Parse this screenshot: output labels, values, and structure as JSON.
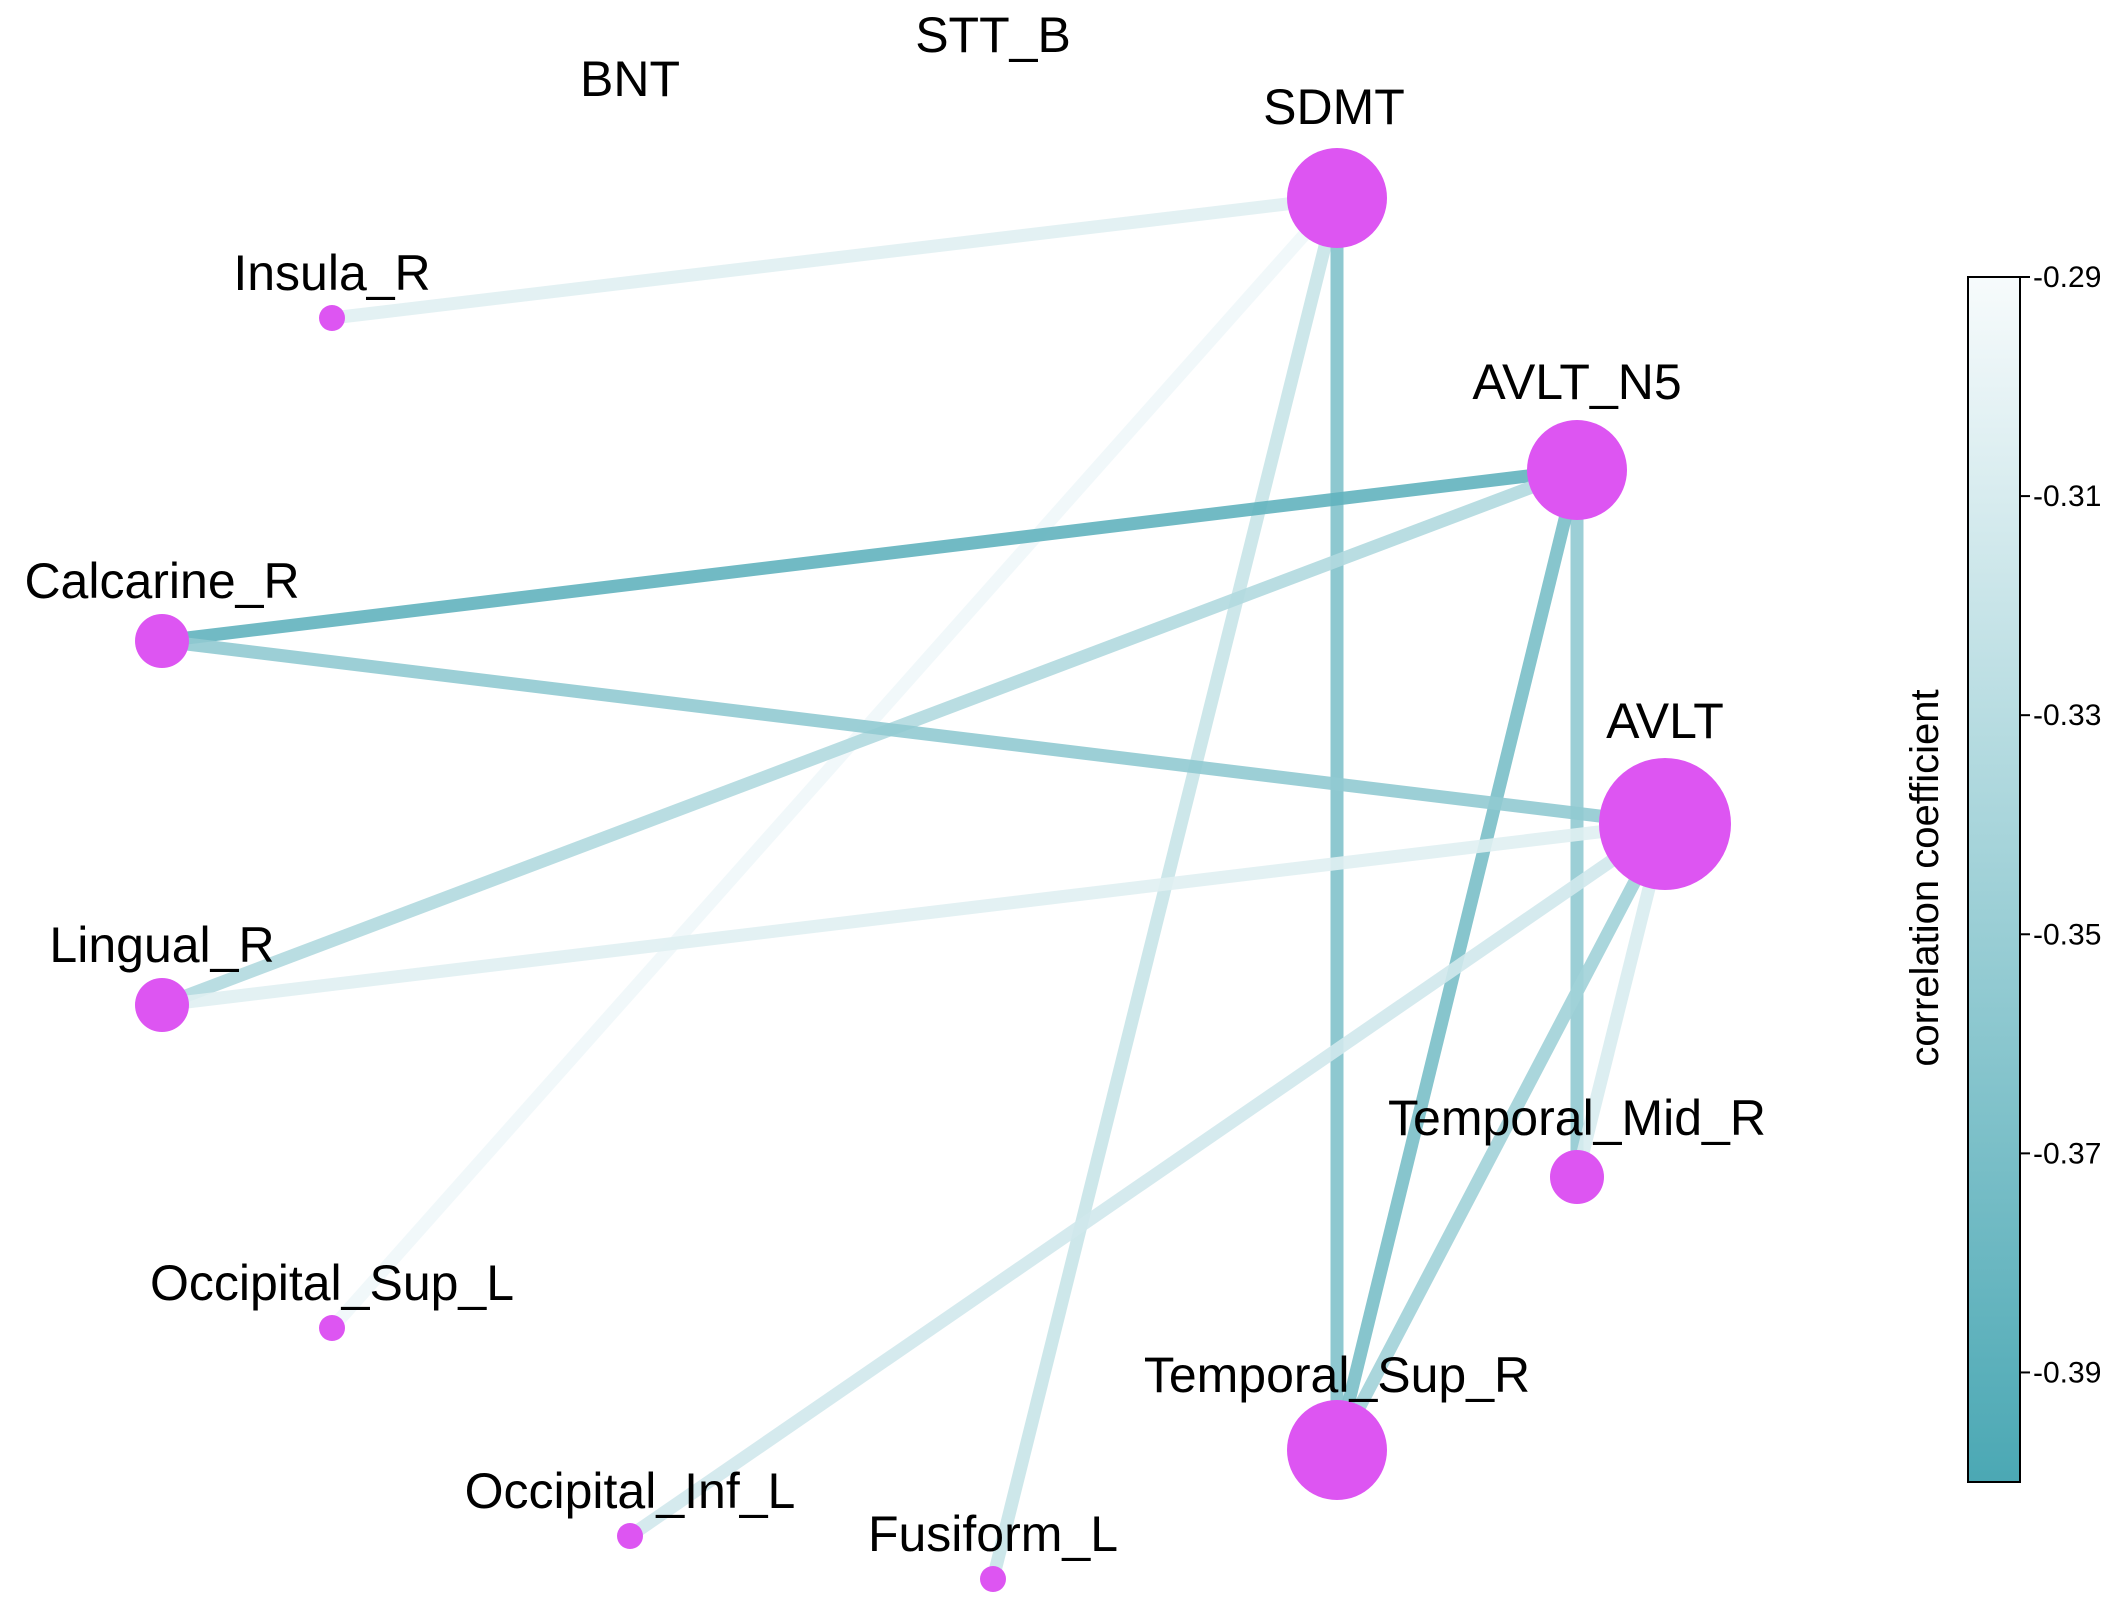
{
  "nodes": [
    {
      "id": "BNT",
      "label": "BNT",
      "size": 0
    },
    {
      "id": "STT_B",
      "label": "STT_B",
      "size": 0
    },
    {
      "id": "SDMT",
      "label": "SDMT",
      "size": 3
    },
    {
      "id": "Insula_R",
      "label": "Insula_R",
      "size": 1
    },
    {
      "id": "AVLT_N5",
      "label": "AVLT_N5",
      "size": 3
    },
    {
      "id": "Calcarine_R",
      "label": "Calcarine_R",
      "size": 2
    },
    {
      "id": "AVLT",
      "label": "AVLT",
      "size": 4
    },
    {
      "id": "Lingual_R",
      "label": "Lingual_R",
      "size": 2
    },
    {
      "id": "Temporal_Mid_R",
      "label": "Temporal_Mid_R",
      "size": 2
    },
    {
      "id": "Occipital_Sup_L",
      "label": "Occipital_Sup_L",
      "size": 1
    },
    {
      "id": "Temporal_Sup_R",
      "label": "Temporal_Sup_R",
      "size": 3
    },
    {
      "id": "Occipital_Inf_L",
      "label": "Occipital_Inf_L",
      "size": 1
    },
    {
      "id": "Fusiform_L",
      "label": "Fusiform_L",
      "size": 1
    }
  ],
  "edges": [
    {
      "source": "SDMT",
      "target": "Insula_R",
      "r": -0.305
    },
    {
      "source": "SDMT",
      "target": "Occipital_Sup_L",
      "r": -0.295
    },
    {
      "source": "SDMT",
      "target": "Fusiform_L",
      "r": -0.32
    },
    {
      "source": "SDMT",
      "target": "Temporal_Sup_R",
      "r": -0.365
    },
    {
      "source": "AVLT_N5",
      "target": "Calcarine_R",
      "r": -0.385
    },
    {
      "source": "AVLT_N5",
      "target": "Lingual_R",
      "r": -0.335
    },
    {
      "source": "AVLT_N5",
      "target": "Temporal_Mid_R",
      "r": -0.355
    },
    {
      "source": "AVLT_N5",
      "target": "Temporal_Sup_R",
      "r": -0.37
    },
    {
      "source": "AVLT",
      "target": "Calcarine_R",
      "r": -0.355
    },
    {
      "source": "AVLT",
      "target": "Lingual_R",
      "r": -0.305
    },
    {
      "source": "AVLT",
      "target": "Occipital_Inf_L",
      "r": -0.315
    },
    {
      "source": "AVLT",
      "target": "Temporal_Mid_R",
      "r": -0.31
    },
    {
      "source": "AVLT",
      "target": "Temporal_Sup_R",
      "r": -0.345
    }
  ],
  "legend": {
    "title": "correlation coefficient",
    "min": -0.4,
    "max": -0.29,
    "ticks": [
      "-0.29",
      "-0.31",
      "-0.33",
      "-0.35",
      "-0.37",
      "-0.39"
    ],
    "tick_values": [
      -0.29,
      -0.31,
      -0.33,
      -0.35,
      -0.37,
      -0.39
    ],
    "color_low": "#4ba8b4",
    "color_high": "#f7fbfc"
  },
  "colors": {
    "node_fill": "#dd55f2"
  }
}
